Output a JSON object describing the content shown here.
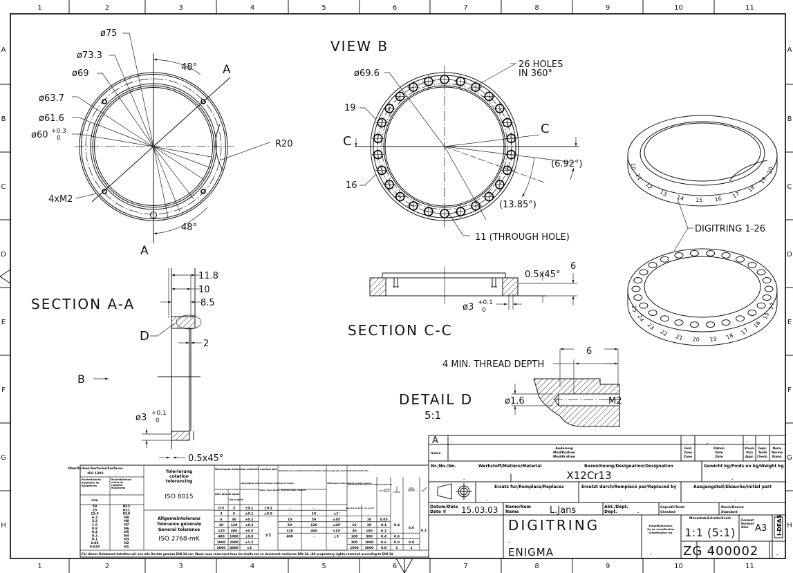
{
  "grid": {
    "columns": [
      "1",
      "2",
      "3",
      "4",
      "5",
      "6",
      "7",
      "8",
      "9",
      "10",
      "11"
    ],
    "rows": [
      "A",
      "B",
      "C",
      "D",
      "E",
      "F",
      "G",
      "H"
    ]
  },
  "front_view": {
    "d75": "ø75",
    "d73_3": "ø73.3",
    "d69": "ø69",
    "d63_7": "ø63.7",
    "d61_6": "ø61.6",
    "d60": "ø60",
    "d60_tol_upper": "+0.3",
    "d60_tol_lower": "0",
    "holes": "4xM2",
    "radius": "R20",
    "angle_top": "48°",
    "angle_bottom": "48°",
    "section_mark_top": "A",
    "section_mark_bottom": "A"
  },
  "view_b": {
    "title": "VIEW B",
    "diameter": "ø69.6",
    "holes_line1": "26 HOLES",
    "holes_line2": "IN 360°",
    "label_19": "19",
    "label_16": "16",
    "section_left": "C",
    "section_right": "C",
    "angle_small": "(6.92°)",
    "angle_large": "(13.85°)",
    "through_hole": "11 (THROUGH HOLE)",
    "hole_count": 26
  },
  "section_aa": {
    "title": "SECTION A-A",
    "dim_11_8": "11.8",
    "dim_10": "10",
    "dim_8_5": "8.5",
    "dim_2": "2",
    "detail_mark": "D",
    "view_arrow": "B",
    "hole_d": "ø3",
    "hole_tol_upper": "+0.1",
    "hole_tol_lower": "0",
    "chamfer": "0.5x45°"
  },
  "section_cc": {
    "title": "SECTION C-C",
    "chamfer": "0.5x45°",
    "dim_6": "6",
    "hole_d": "ø3",
    "hole_tol_upper": "+0.1",
    "hole_tol_lower": "0"
  },
  "detail_d": {
    "title": "DETAIL D",
    "scale": "5:1",
    "thread_depth": "4 MIN. THREAD DEPTH",
    "dim_6": "6",
    "drill": "ø1.6",
    "thread": "M2"
  },
  "iso_views": {
    "callout": "DIGITRING 1-26",
    "upper_numbers": [
      "10",
      "11",
      "12",
      "13",
      "14",
      "15",
      "16",
      "17",
      "18",
      "19",
      "20"
    ],
    "lower_numbers": [
      "25",
      "24",
      "23",
      "22",
      "21",
      "20",
      "19",
      "18",
      "17",
      "16",
      "15",
      "14"
    ]
  },
  "tolerance_table": {
    "surface_title": "Oberflächen/Surfaces/Surfaces",
    "surface_std": "ISO 1302",
    "ra_head": "Rauheitswert/ Rugosité/ Ra Roughness",
    "ra_unit": "mm",
    "n_head": "Rauheitsklasse/ classe de rugosité/ Roughness",
    "ra_values": [
      "50",
      "25",
      "12.5",
      "6.3",
      "3.2",
      "1.6",
      "0.8",
      "0.4",
      "0.2",
      "0.1",
      "0.05",
      "0.025"
    ],
    "n_values": [
      "N12",
      "N11",
      "N10",
      "N9",
      "N8",
      "N7",
      "N6",
      "N5",
      "N4",
      "N3",
      "N2",
      "N1"
    ],
    "tolerancing": [
      "Tolerierung",
      "cotation",
      "tolerancing"
    ],
    "tolerancing_std": "ISO 8015",
    "general": [
      "Allgemeintoleranz",
      "Tolérance générale",
      "General tolerance"
    ],
    "general_std": "ISO 2768-mK",
    "nominal_head": "Nennmasse dimension nominale nominal size",
    "above": "über plus de above",
    "upto": "bis à up to",
    "length_head": "Langenmasse cotes de longueur measures of length",
    "radii_head": "Radien, Fasen Radien, Chanfreins Radii, Chamfers",
    "angle_nominal_head": "Nennmasse kurz. Schenkel dimension nominale côté d'un angle plus court nominal size shorter side",
    "angle_head": "Winkelmasse cotes angulaires angular measure",
    "length_rows": [
      [
        "0.5",
        "3",
        "±0.1",
        "±0.2"
      ],
      [
        "3",
        "6",
        "±0.1",
        "±0.5"
      ],
      [
        "6",
        "30",
        "±0.2",
        ""
      ],
      [
        "30",
        "120",
        "±0.3",
        ""
      ],
      [
        "120",
        "400",
        "±0.5",
        ""
      ],
      [
        "400",
        "1000",
        "±0.8",
        ""
      ],
      [
        "1000",
        "2000",
        "±1.2",
        ""
      ],
      [
        "2000",
        "4000",
        "±2",
        ""
      ]
    ],
    "radii_merged": "±1",
    "angle_rows": [
      [
        "-",
        "-",
        ""
      ],
      [
        "-",
        "10",
        "±1°"
      ],
      [
        "10",
        "50",
        "±30'"
      ],
      [
        "50",
        "120",
        "±20'"
      ],
      [
        "120",
        "400",
        "±10'"
      ],
      [
        "400",
        "-",
        "±5'"
      ],
      [
        "",
        "",
        ""
      ],
      [
        "",
        "",
        ""
      ]
    ],
    "geo_rows": [
      [
        "",
        "",
        "",
        ""
      ],
      [
        "",
        "",
        "",
        ""
      ],
      [
        "",
        "10",
        "0.05",
        ""
      ],
      [
        "10",
        "30",
        "0.1",
        ""
      ],
      [
        "30",
        "100",
        "0.2",
        ""
      ],
      [
        "100",
        "300",
        "0.4",
        "0.6"
      ],
      [
        "300",
        "1000",
        "0.6",
        "0.8"
      ],
      [
        "1000",
        "3000",
        "0.8",
        "1"
      ]
    ],
    "sym_values": [
      "",
      "",
      "",
      "",
      "",
      "",
      "0.8",
      "1"
    ],
    "perp_merged": "0.4",
    "sym_merged": "0.6",
    "runout_merged": "0.2",
    "footnote": "Für dieses Dokument behalten wir uns alle Rechte gemäss DIN 34 vor. /Nous nous réservons tous les droits sur ce document conforme DIN 34. /All proprietary rights reserved according to DIN 34."
  },
  "title_block": {
    "rev_letter": "A",
    "rev_text": ".",
    "rev_zone": ".",
    "rev_date": ".",
    "rev_visa": ".",
    "index": "Index",
    "modification": [
      "Anderung",
      "Modification",
      "Modification"
    ],
    "zone": [
      "Feld",
      "Zone",
      "Zone"
    ],
    "date_head": [
      "Datum",
      "Date",
      "Date"
    ],
    "visa": [
      "Visum",
      "Visa",
      "Appr."
    ],
    "check": [
      "Gepr.",
      "Testé",
      "Check."
    ],
    "norm": [
      "Norm",
      "Norme",
      "Stand."
    ],
    "nr_label": "Nr./No./No.",
    "nr_value": ".",
    "material_label": "Werkstoff/Matière/Material",
    "designation_label": "Bezeichnung/Désignation/Designation",
    "designation_value": "X12Cr13",
    "weight_label": "Gewicht kg/Poids en kg/Weight kg",
    "weight_value": ".",
    "replaces_label": "Ersatz fur/Remplace/Replaces",
    "replaces_value": ".",
    "replaced_by_label": "Ersetzt durch/Remplacé par/Replaced by",
    "replaced_by_value": ".",
    "initial_part_label": "Ausgangsteil/Ebauche/Initial part",
    "initial_part_value": ".",
    "date_label1": "Datum/Date",
    "date_label2": "Date ©",
    "date_value": "15.03.03",
    "name_label1": "Name/Nom",
    "name_label2": "Name",
    "name_value": "L.Jans",
    "dept_label1": "Abt./Dépt.",
    "dept_label2": "Dept.",
    "dept_value": ".",
    "checked_label1": "Geprüft/Testé",
    "checked_label2": "Checked",
    "standard_label1": "Norm/Norme",
    "standard_label2": "Standard",
    "title": "DIGITRING",
    "title_dot": ".",
    "subtitle": "ENIGMA",
    "class_label": [
      "Klassifikationsnr.",
      "No de classification",
      "Classification No."
    ],
    "class_value": ".",
    "scale_label": "Massstab/Echelle/Scale",
    "scale_value": "1:1 (5:1)",
    "format_label": [
      "Format",
      "Format",
      "Size"
    ],
    "format_value": "A3",
    "cad": "I-DEAS",
    "drawing_prefix": "ZG",
    "drawing_number": "400002",
    "sheet": "."
  }
}
